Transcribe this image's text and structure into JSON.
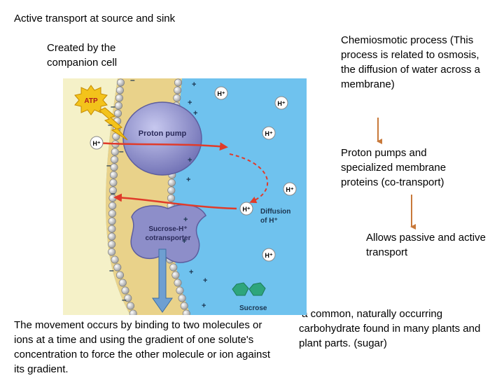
{
  "slide": {
    "title": "Active transport at source and sink",
    "companion_note": "Created by the companion cell",
    "chemiosmotic_note": "Chemiosmotic process (This process is related to osmosis, the diffusion of water across a membrane)",
    "proton_pumps_note": "Proton pumps and specialized membrane proteins (co-transport)",
    "allows_note": "Allows passive and active transport",
    "movement_note": "The movement occurs by binding to two molecules or ions at a time and using the gradient of one solute's concentration to force the other molecule or ion against its gradient.",
    "sugar_note": " a common, naturally occurring carbohydrate found in many plants and plant parts. (sugar)"
  },
  "figure": {
    "atp_label": "ATP",
    "proton_pump_label": "Proton pump",
    "cotransporter_label_1": "Sucrose-H⁺",
    "cotransporter_label_2": "cotransporter",
    "diffusion_label_1": "Diffusion",
    "diffusion_label_2": "of H⁺",
    "sucrose_label": "Sucrose",
    "hydrogen_ion": "H⁺",
    "plus_sign": "+",
    "minus_sign": "–",
    "colors": {
      "extracellular": "#6fc2ee",
      "cytoplasm": "#f5f1c8",
      "protein": "#8d8ec9",
      "arrow_red": "#e03b2a",
      "arrow_brown": "#c8793a",
      "sucrose": "#2ea57c",
      "atp": "#f3c31b"
    }
  }
}
